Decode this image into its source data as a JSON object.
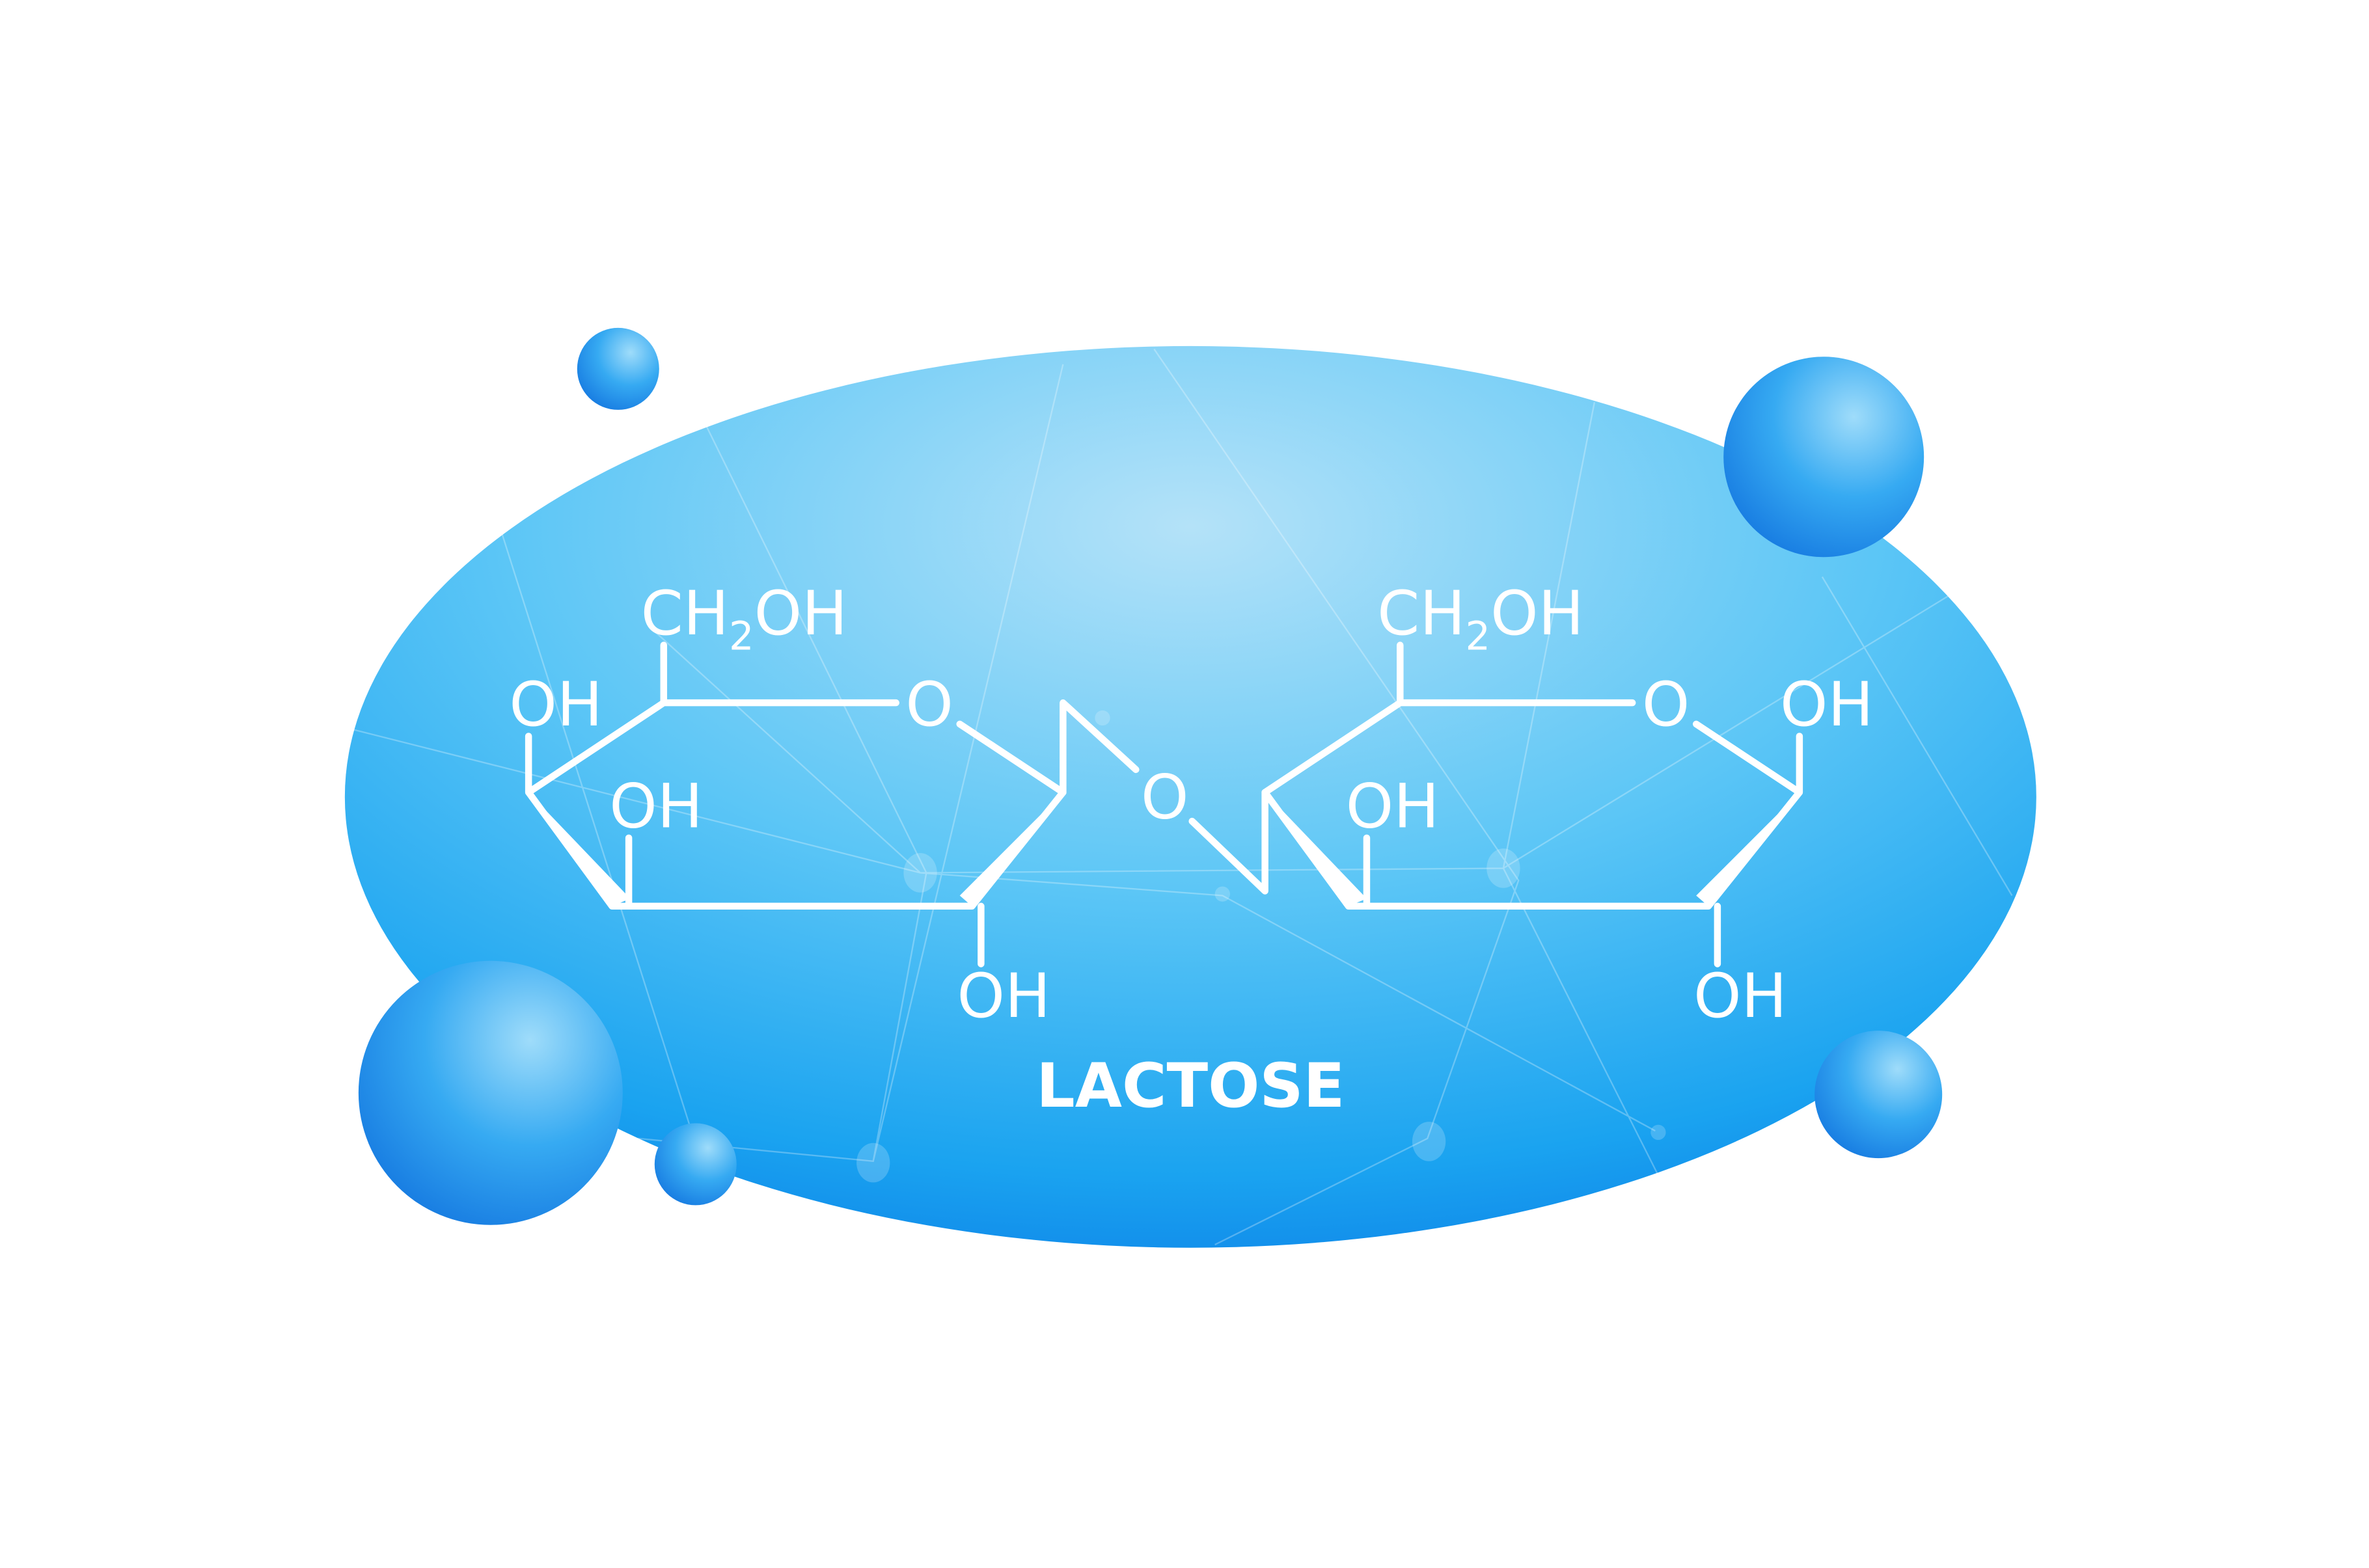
{
  "title": "LACTOSE",
  "labels": {
    "ch2oh_left": {
      "a": "CH",
      "sub": "2",
      "b": "OH"
    },
    "ch2oh_right": {
      "a": "CH",
      "sub": "2",
      "b": "OH"
    },
    "ring_oxygen_left": "O",
    "ring_oxygen_right": "O",
    "bridge_oxygen": "O",
    "oh_left_1": "OH",
    "oh_left_2": "OH",
    "oh_left_3": "OH",
    "oh_right_1": "OH",
    "oh_right_2": "OH",
    "oh_right_3": "OH"
  },
  "colors": {
    "background": "#ffffff",
    "blob_light": "#a9dcf7",
    "blob_mid": "#2bb0f5",
    "blob_dark": "#0077e6",
    "structure": "#ffffff"
  }
}
